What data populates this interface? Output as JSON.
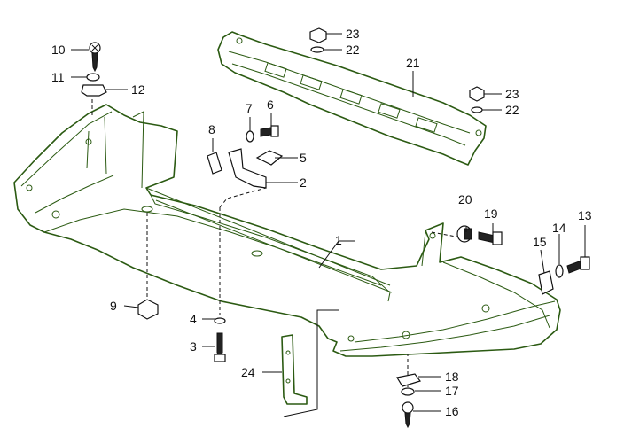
{
  "diagram": {
    "callouts": [
      {
        "id": "c1",
        "label": "1"
      },
      {
        "id": "c2",
        "label": "2"
      },
      {
        "id": "c3",
        "label": "3"
      },
      {
        "id": "c4",
        "label": "4"
      },
      {
        "id": "c5",
        "label": "5"
      },
      {
        "id": "c6",
        "label": "6"
      },
      {
        "id": "c7",
        "label": "7"
      },
      {
        "id": "c8",
        "label": "8"
      },
      {
        "id": "c9",
        "label": "9"
      },
      {
        "id": "c10",
        "label": "10"
      },
      {
        "id": "c11",
        "label": "11"
      },
      {
        "id": "c12",
        "label": "12"
      },
      {
        "id": "c13",
        "label": "13"
      },
      {
        "id": "c14",
        "label": "14"
      },
      {
        "id": "c15",
        "label": "15"
      },
      {
        "id": "c16",
        "label": "16"
      },
      {
        "id": "c17",
        "label": "17"
      },
      {
        "id": "c18",
        "label": "18"
      },
      {
        "id": "c19",
        "label": "19"
      },
      {
        "id": "c20",
        "label": "20"
      },
      {
        "id": "c21",
        "label": "21"
      },
      {
        "id": "c22a",
        "label": "22"
      },
      {
        "id": "c22b",
        "label": "22"
      },
      {
        "id": "c23a",
        "label": "23"
      },
      {
        "id": "c23b",
        "label": "23"
      },
      {
        "id": "c24",
        "label": "24"
      }
    ],
    "colors": {
      "part_outline": "#2b5a12",
      "hardware": "#111111",
      "background": "#ffffff"
    }
  }
}
